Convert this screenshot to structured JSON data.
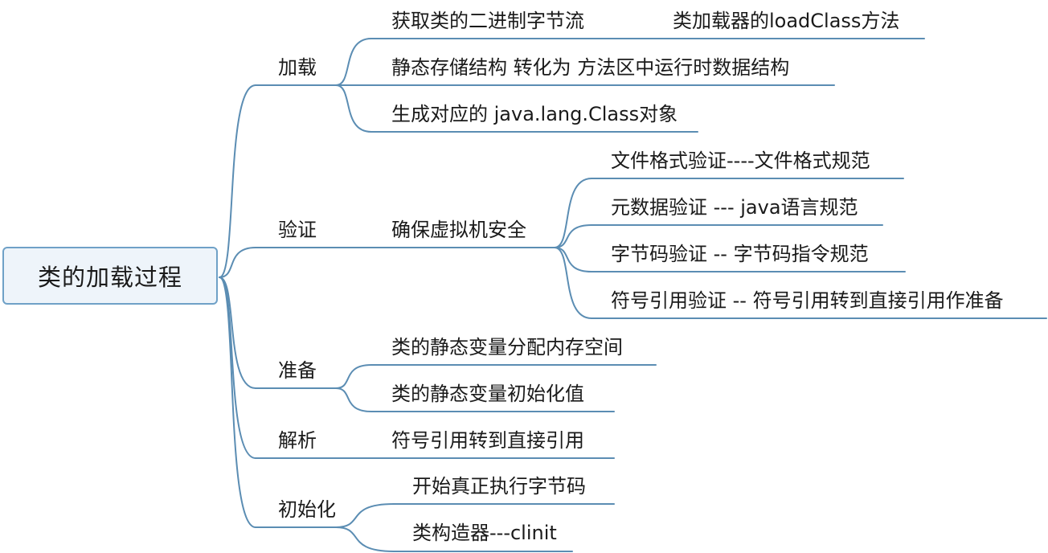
{
  "root": "类的加载过程",
  "stages": [
    {
      "label": "加载",
      "items": [
        {
          "label": "获取类的二进制字节流"
        },
        {
          "label": "静态存储结构 转化为 方法区中运行时数据结构"
        },
        {
          "label": "生成对应的 java.lang.Class对象"
        }
      ],
      "note": "类加载器的loadClass方法"
    },
    {
      "label": "验证",
      "items": [
        {
          "label": "确保虚拟机安全",
          "children": [
            "文件格式验证----文件格式规范",
            "元数据验证 --- java语言规范",
            "字节码验证  -- 字节码指令规范",
            "符号引用验证 -- 符号引用转到直接引用作准备"
          ]
        }
      ]
    },
    {
      "label": "准备",
      "items": [
        {
          "label": "类的静态变量分配内存空间"
        },
        {
          "label": "类的静态变量初始化值"
        }
      ]
    },
    {
      "label": "解析",
      "items": [
        {
          "label": "符号引用转到直接引用"
        }
      ]
    },
    {
      "label": "初始化",
      "items": [
        {
          "label": "开始真正执行字节码"
        },
        {
          "label": "类构造器---clinit"
        }
      ]
    }
  ]
}
